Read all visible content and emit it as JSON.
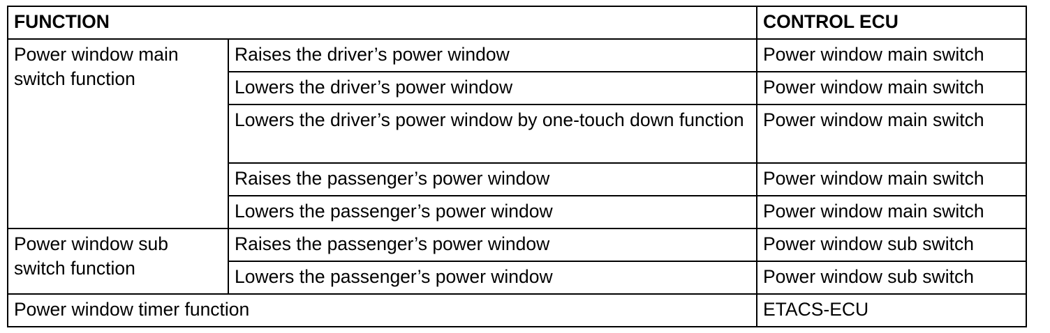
{
  "table": {
    "header": {
      "function": "FUNCTION",
      "control_ecu": "CONTROL ECU"
    },
    "groups": [
      {
        "function": "Power window main switch function",
        "rows": [
          {
            "description": "Raises the driver’s power window",
            "ecu": "Power window main switch"
          },
          {
            "description": "Lowers the driver’s power window",
            "ecu": "Power window main switch"
          },
          {
            "description": "Lowers the driver’s power window by one-touch down function",
            "ecu": "Power window main switch"
          },
          {
            "description": "Raises the passenger’s power window",
            "ecu": "Power window main switch"
          },
          {
            "description": "Lowers the passenger’s power window",
            "ecu": "Power window main switch"
          }
        ]
      },
      {
        "function": "Power window sub switch function",
        "rows": [
          {
            "description": "Raises the passenger’s power window",
            "ecu": "Power window sub switch"
          },
          {
            "description": "Lowers the passenger’s power window",
            "ecu": "Power window sub switch"
          }
        ]
      }
    ],
    "footer": {
      "function": "Power window timer function",
      "ecu": "ETACS-ECU"
    }
  }
}
